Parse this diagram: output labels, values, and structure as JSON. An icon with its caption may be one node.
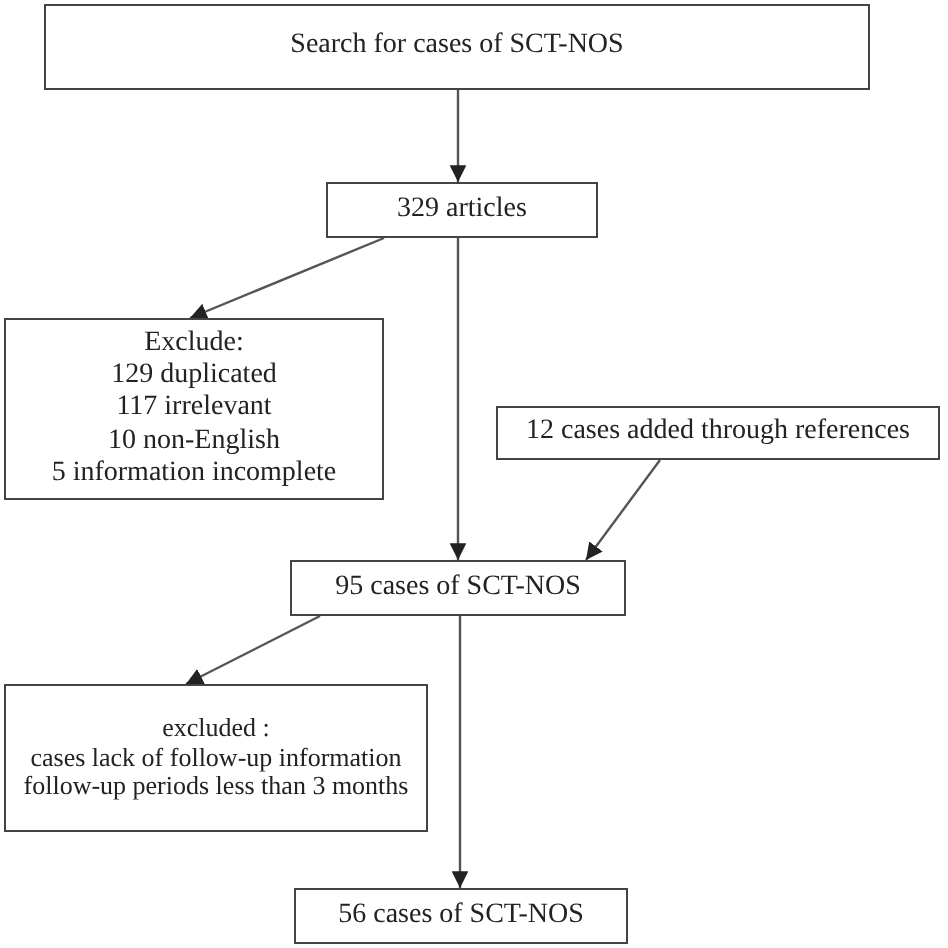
{
  "diagram": {
    "nodes": [
      {
        "text": [
          "Search for cases of SCT-NOS"
        ]
      },
      {
        "text": [
          "329 articles"
        ]
      },
      {
        "text": [
          "Exclude:",
          "129 duplicated",
          "117 irrelevant",
          "10 non-English",
          "5 information incomplete"
        ]
      },
      {
        "text": [
          "12 cases added through references"
        ]
      },
      {
        "text": [
          "95 cases of SCT-NOS"
        ]
      },
      {
        "text": [
          "excluded :",
          "cases lack of follow-up information",
          "follow-up periods less than 3 months"
        ]
      },
      {
        "text": [
          "56 cases of SCT-NOS"
        ]
      }
    ],
    "edges": [
      {
        "from": 0,
        "to": 1,
        "arrow": "to"
      },
      {
        "from": 1,
        "to": 2,
        "arrow": "to"
      },
      {
        "from": 1,
        "to": 4,
        "arrow": "to"
      },
      {
        "from": 3,
        "to": 4,
        "arrow": "to"
      },
      {
        "from": 4,
        "to": 5,
        "arrow": "to"
      },
      {
        "from": 4,
        "to": 6,
        "arrow": "to"
      }
    ]
  }
}
